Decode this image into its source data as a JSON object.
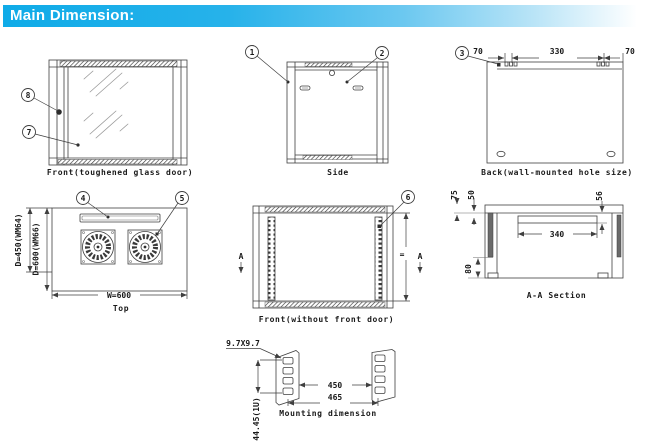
{
  "header": {
    "title": "Main Dimension:",
    "accent_color": "#0fabe8"
  },
  "views": {
    "front_glass": {
      "caption": "Front(toughened glass door)",
      "callout_lock": "8",
      "callout_glass": "7"
    },
    "side": {
      "caption": "Side",
      "callout_frame": "1",
      "callout_panel": "2"
    },
    "back": {
      "caption": "Back(wall-mounted hole size)",
      "callout_slot": "3",
      "dim_left": "70",
      "dim_center": "330",
      "dim_right": "70"
    },
    "top": {
      "caption": "Top",
      "callout_cable_slot": "4",
      "callout_fan": "5",
      "dim_depth_450": "D=450(WM64)",
      "dim_depth_600": "D=600(WM66)",
      "dim_width": "W=600"
    },
    "front_open": {
      "caption": "Front(without front door)",
      "callout_rail": "6",
      "section_letter_left": "A",
      "section_letter_right": "A",
      "height_equal_mark": "="
    },
    "section": {
      "caption": "A-A Section",
      "dim_75": "75",
      "dim_50": "50",
      "dim_56": "56",
      "dim_340": "340",
      "dim_80": "80"
    },
    "mounting": {
      "caption": "Mounting dimension",
      "dim_hole": "9.7X9.7",
      "dim_inner": "450",
      "dim_outer": "465",
      "dim_unit": "44.45(1U)"
    }
  }
}
